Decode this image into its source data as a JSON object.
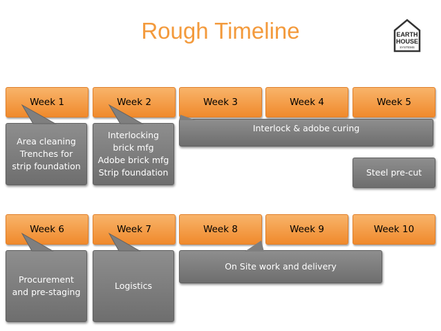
{
  "title": "Rough Timeline",
  "logo": {
    "line1": "EARTH",
    "line2": "HOUSE",
    "line3": "SYSTEMS"
  },
  "rows": [
    {
      "weeks": [
        "Week 1",
        "Week 2",
        "Week 3",
        "Week 4",
        "Week 5"
      ],
      "tasks": [
        {
          "lines": [
            "Area cleaning",
            "Trenches for",
            "strip foundation"
          ]
        },
        {
          "lines": [
            "Interlocking",
            "brick mfg",
            "Adobe brick mfg",
            "Strip foundation"
          ]
        },
        {
          "lines": [
            "Interlock & adobe curing"
          ]
        },
        {
          "lines": [
            "Steel pre-cut"
          ]
        }
      ]
    },
    {
      "weeks": [
        "Week 6",
        "Week 7",
        "Week 8",
        "Week 9",
        "Week 10"
      ],
      "tasks": [
        {
          "lines": [
            "Procurement",
            "and pre-staging"
          ]
        },
        {
          "lines": [
            "Logistics"
          ]
        },
        {
          "lines": [
            "On Site work and delivery"
          ]
        }
      ]
    }
  ],
  "colors": {
    "title": "#f39a3c",
    "week_fill": "#f5a04e",
    "task_fill": "#7f7f7f"
  }
}
